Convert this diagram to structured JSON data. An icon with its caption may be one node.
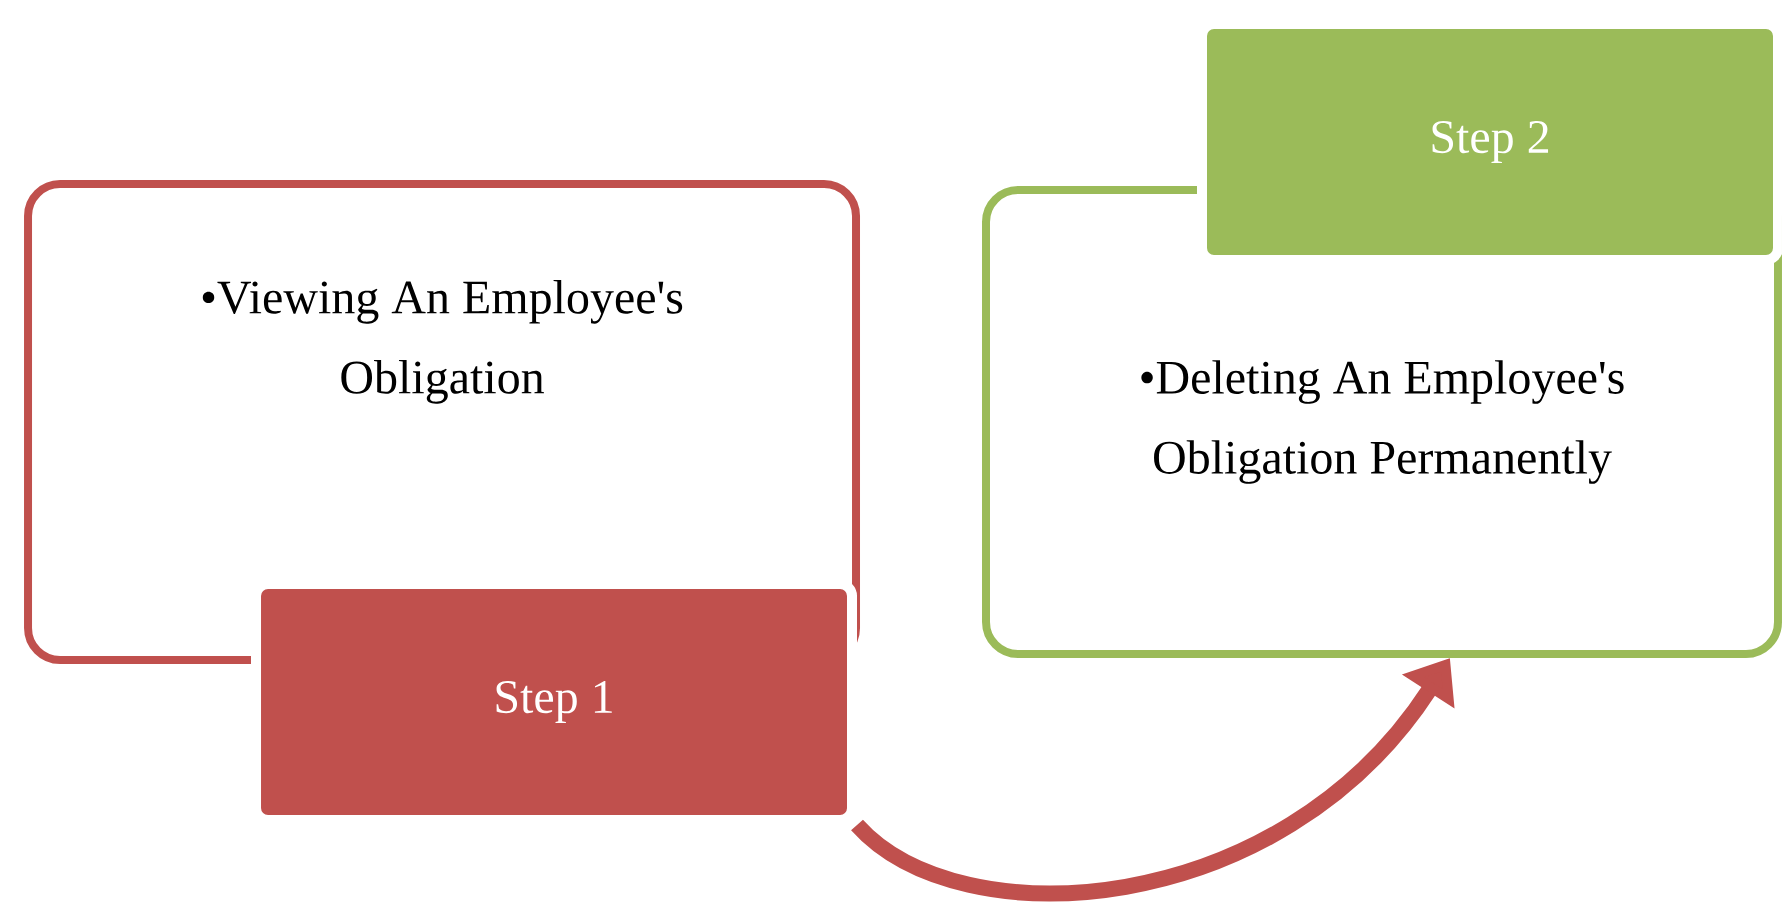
{
  "diagram": {
    "nodes": [
      {
        "text": [
          "•Viewing An Employee's Obligation"
        ]
      },
      {
        "text": [
          "Step 1"
        ]
      },
      {
        "text": [
          "•Deleting An Employee's Obligation Permanently"
        ]
      },
      {
        "text": [
          "Step 2"
        ]
      }
    ],
    "edges": [
      {
        "from": 1,
        "to": 2,
        "arrow": "to"
      }
    ]
  }
}
